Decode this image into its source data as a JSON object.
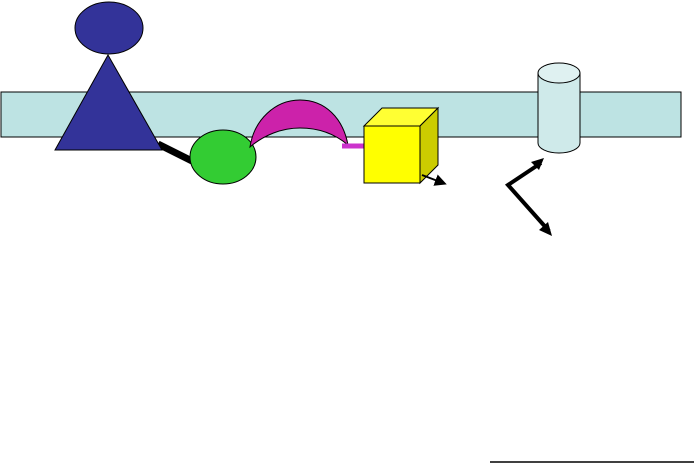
{
  "diagram": {
    "colors": {
      "background": "#ffffff",
      "membrane": "#bde3e3",
      "receptor": "#333399",
      "adapter": "#33cc33",
      "linker_protein": "#cc22aa",
      "linker_bar": "#cc33cc",
      "kinase_front": "#ffff00",
      "kinase_top": "#ffff33",
      "kinase_side": "#cccc00",
      "channel": "#cfeaea",
      "outline": "#000000",
      "arrow": "#000000"
    },
    "shapes": [
      {
        "id": "membrane",
        "icon": "membrane-band-shape"
      },
      {
        "id": "receptor-head",
        "icon": "ellipse-shape"
      },
      {
        "id": "receptor-body",
        "icon": "triangle-shape"
      },
      {
        "id": "receptor-connector",
        "icon": "thick-line-shape"
      },
      {
        "id": "adapter",
        "icon": "ellipse-shape"
      },
      {
        "id": "linker-protein",
        "icon": "crescent-shape"
      },
      {
        "id": "linker-bar",
        "icon": "line-shape"
      },
      {
        "id": "kinase-cube",
        "icon": "cube-shape"
      },
      {
        "id": "kinase-arrow",
        "icon": "arrow-shape"
      },
      {
        "id": "channel-cylinder",
        "icon": "cylinder-shape"
      },
      {
        "id": "zigzag-arrow",
        "icon": "zigzag-arrow-shape"
      },
      {
        "id": "corner-line",
        "icon": "line-shape"
      }
    ]
  }
}
